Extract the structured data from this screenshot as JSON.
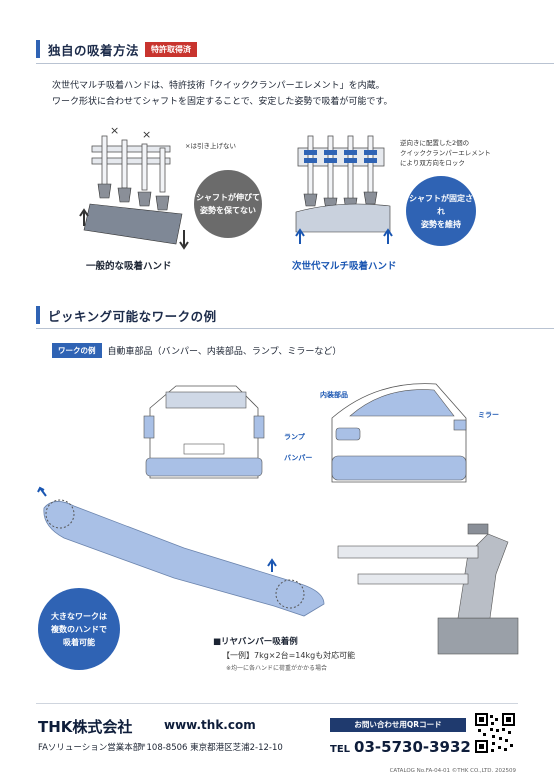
{
  "section1": {
    "title": "独自の吸着方法",
    "badge": "特許取得済",
    "intro_line1": "次世代マルチ吸着ハンドは、特許技術「クイッククランパーエレメント」を内蔵。",
    "intro_line2": "ワーク形状に合わせてシャフトを固定することで、安定した姿勢で吸着が可能です。",
    "left": {
      "note": "×は引き上げない",
      "mark": "×",
      "bubble_line1": "シャフトが伸びて",
      "bubble_line2": "姿勢を保てない",
      "caption": "一般的な吸着ハンド"
    },
    "right": {
      "note_line1": "逆向きに配置した2個の",
      "note_line2": "クイッククランパーエレメント",
      "note_line3": "により双方向をロック",
      "bubble_line1": "シャフトが固定され",
      "bubble_line2": "姿勢を維持",
      "caption": "次世代マルチ吸着ハンド"
    }
  },
  "section2": {
    "title": "ピッキング可能なワークの例",
    "tag": "ワークの例",
    "tag_text": "自動車部品（バンパー、内装部品、ランプ、ミラーなど）",
    "callouts": {
      "interior": "内装部品",
      "mirror": "ミラー",
      "lamp": "ランプ",
      "bumper": "バンパー"
    },
    "bubble_line1": "大きなワークは",
    "bubble_line2": "複数のハンドで",
    "bubble_line3": "吸着可能",
    "example_title": "■リヤバンパー吸着例",
    "example_line": "【一例】7kg×2台=14kgも対応可能",
    "example_note": "※均一に各ハンドに荷重がかかる場合"
  },
  "footer": {
    "company": "THK株式会社",
    "url": "www.thk.com",
    "dept": "FAソリューション営業本部",
    "address": "〒108-8506 東京都港区芝浦2-12-10",
    "qr_label": "お問い合わせ用QRコード",
    "tel_prefix": "TEL",
    "tel": "03-5730-3932",
    "catalog": "CATALOG No.FA-04-01  ©THK CO.,LTD. 202509"
  },
  "colors": {
    "accent_blue": "#2f63b4",
    "badge_red": "#c8342e",
    "bubble_gray": "#6b6b6b",
    "bubble_blue": "#2f63b4",
    "part_blue": "#a9c0e6"
  }
}
